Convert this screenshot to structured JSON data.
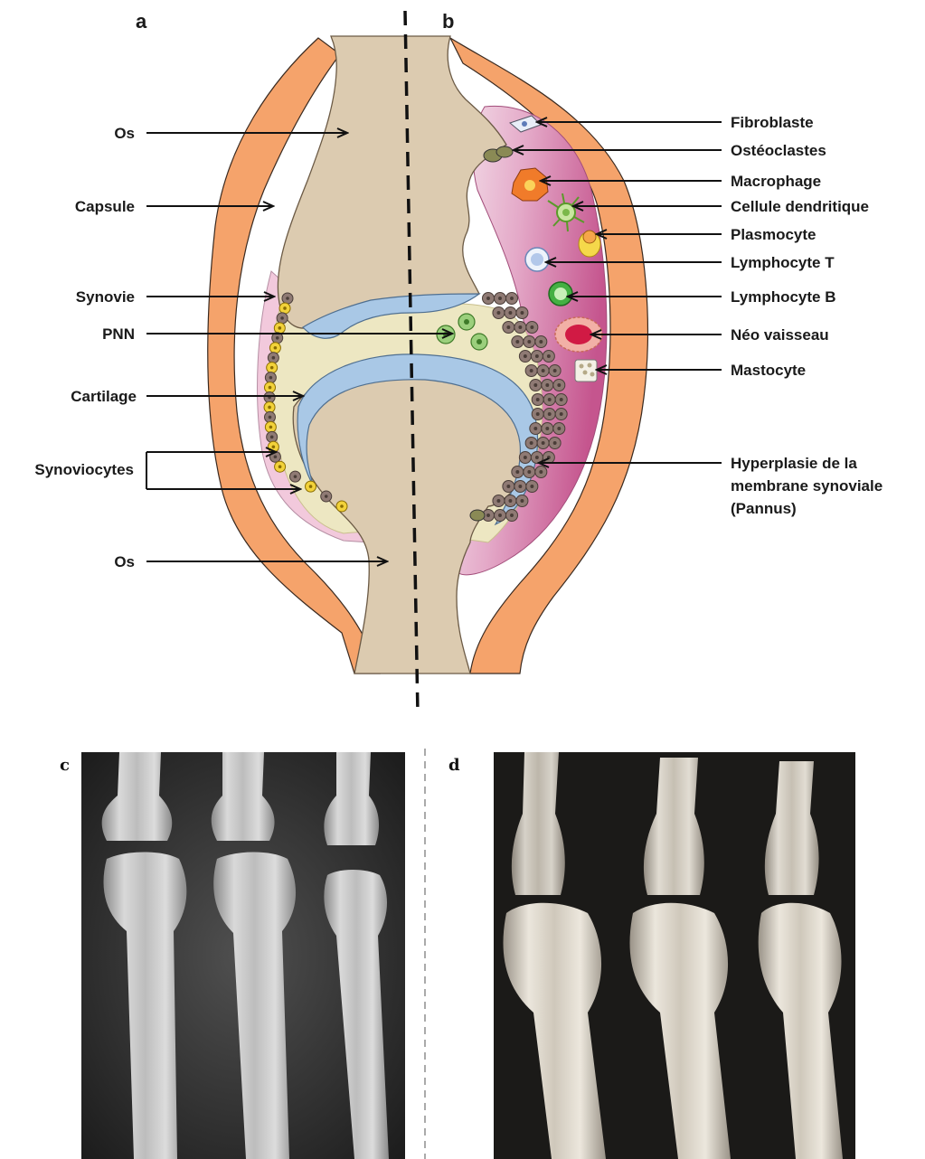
{
  "panels": {
    "a": "a",
    "b": "b",
    "c": "c",
    "d": "d"
  },
  "labels_left": {
    "os_top": "Os",
    "capsule": "Capsule",
    "synovie": "Synovie",
    "pnn": "PNN",
    "cartilage": "Cartilage",
    "synoviocytes": "Synoviocytes",
    "os_bottom": "Os"
  },
  "labels_right": {
    "fibroblaste": "Fibroblaste",
    "osteoclastes": "Ostéoclastes",
    "macrophage": "Macrophage",
    "cellule_dendritique": "Cellule dendritique",
    "plasmocyte": "Plasmocyte",
    "lymphocyte_t": "Lymphocyte T",
    "lymphocyte_b": "Lymphocyte B",
    "neo_vaisseau": "Néo vaisseau",
    "mastocyte": "Mastocyte",
    "hyperplasie_line1": "Hyperplasie de la",
    "hyperplasie_line2": "membrane synoviale",
    "hyperplasie_line3": "(Pannus)"
  },
  "colors": {
    "capsule": "#f5a36b",
    "bone": "#dccbb0",
    "cartilage": "#a9c8e6",
    "synovial_fluid": "#ede7c2",
    "synovium_normal": "#f2c9dc",
    "synovium_inflamed": "#c7588f",
    "synoviocyte_dark": "#8f7a74",
    "synoviocyte_yellow": "#f2d23a"
  }
}
